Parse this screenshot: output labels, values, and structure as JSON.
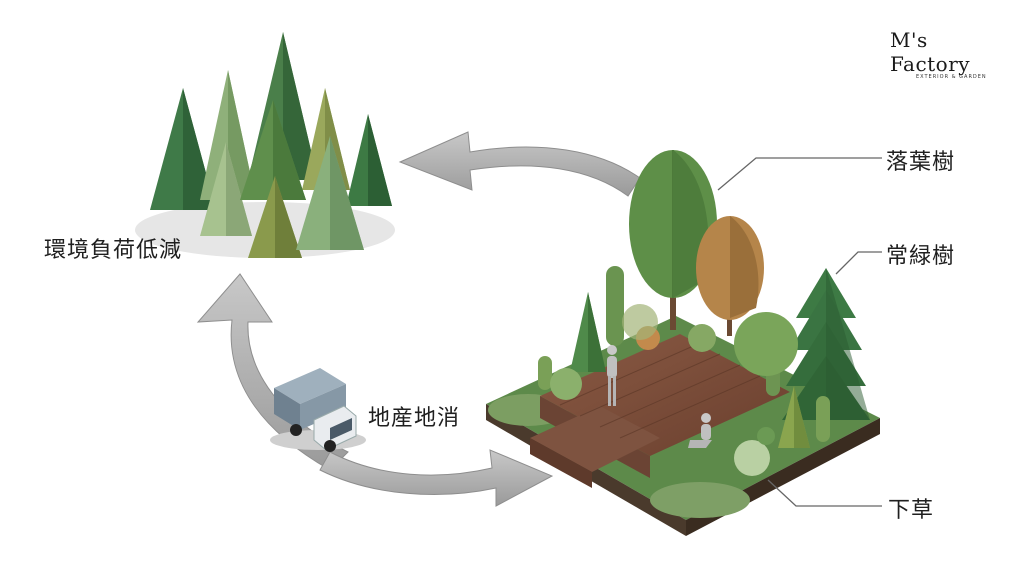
{
  "logo": {
    "brand": "M's Factory",
    "subtitle": "EXTERIOR & GARDEN"
  },
  "labels": {
    "env": "環境負荷低減",
    "local": "地産地消",
    "deciduous": "落葉樹",
    "evergreen": "常緑樹",
    "undergrowth": "下草"
  },
  "colors": {
    "arrow": "#a9a9a9",
    "forest_dark": "#2f6b3e",
    "forest_light": "#8fb07a",
    "deck": "#7a4e3a",
    "autumn_tree": "#b5854a",
    "truck_cargo": "#7d8f9e",
    "leader_line": "#666666"
  }
}
